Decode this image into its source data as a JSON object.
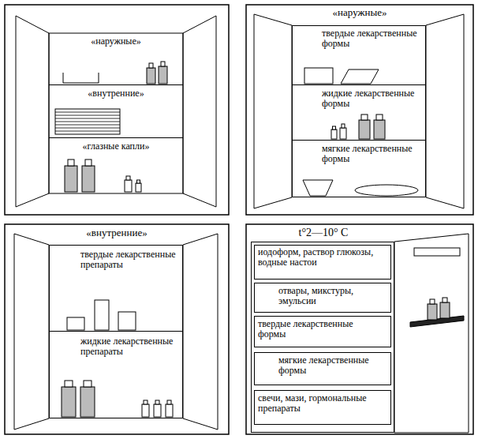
{
  "diagram": {
    "nodes": [
      {
        "text": [
          "«наружные»"
        ]
      },
      {
        "text": [
          "«внутренние»"
        ]
      },
      {
        "text": [
          "«глазные капли»"
        ]
      },
      {
        "text": [
          "«наружные»"
        ]
      },
      {
        "text": [
          "твердые лекарственные формы"
        ],
        "in": 3
      },
      {
        "text": [
          "жидкие лекарственные формы"
        ],
        "in": 3
      },
      {
        "text": [
          "мягкие лекарственные формы"
        ],
        "in": 3
      },
      {
        "text": [
          "«внутренние»"
        ]
      },
      {
        "text": [
          "твердые лекарственные препараты"
        ],
        "in": 7
      },
      {
        "text": [
          "жидкие лекарственные препараты"
        ],
        "in": 7
      },
      {
        "text": [
          "t°2—10° C"
        ]
      },
      {
        "text": [
          "иодоформ, раствор глюкозы, водные настои"
        ],
        "in": 10
      },
      {
        "text": [
          "отвары, микстуры, эмульсии"
        ],
        "in": 10
      },
      {
        "text": [
          "твердые лекарственные формы"
        ],
        "in": 10
      },
      {
        "text": [
          "мягкие лекарственные формы"
        ],
        "in": 10
      },
      {
        "text": [
          "свечи, мази, гормональные препараты"
        ],
        "in": 10
      }
    ]
  }
}
